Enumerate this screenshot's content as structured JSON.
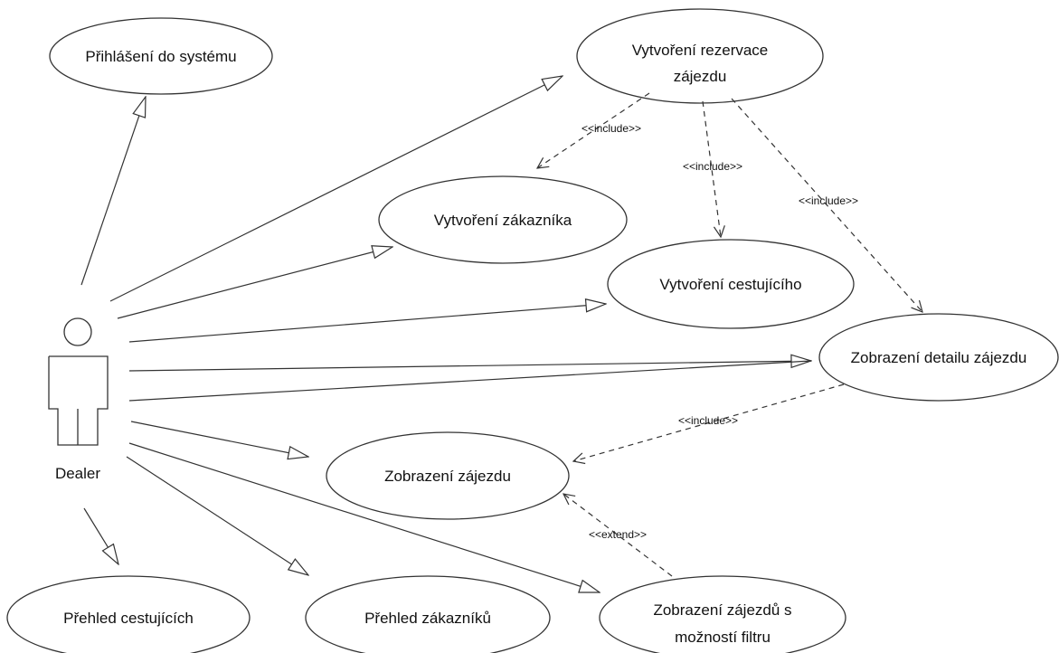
{
  "actor": {
    "name": "Dealer"
  },
  "use_cases": {
    "login": "Přihlášení do systému",
    "create_reservation_1": "Vytvoření rezervace",
    "create_reservation_2": "zájezdu",
    "create_customer": "Vytvoření zákazníka",
    "create_traveler": "Vytvoření cestujícího",
    "tour_detail": "Zobrazení detailu zájezdu",
    "show_tour": "Zobrazení zájezdu",
    "travelers_overview": "Přehled cestujících",
    "customers_overview": "Přehled zákazníků",
    "filter_tours_1": "Zobrazení zájezdů s",
    "filter_tours_2": "možností filtru"
  },
  "relations": {
    "include_customer": "<<include>>",
    "include_traveler": "<<include>>",
    "include_detail": "<<include>>",
    "include_show": "<<include>>",
    "extend_filter": "<<extend>>"
  },
  "colors": {
    "line": "#333333",
    "background": "#ffffff"
  }
}
